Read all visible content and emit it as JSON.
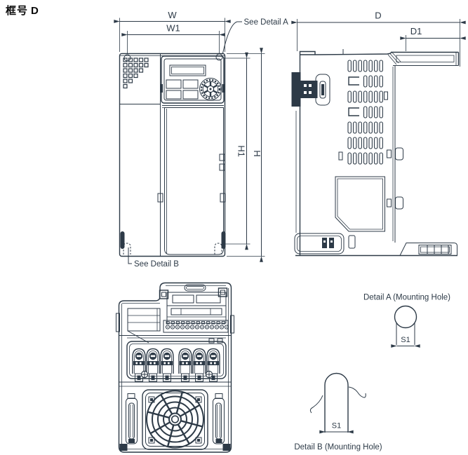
{
  "title": {
    "frame_label_cn": "框号",
    "frame_value": "D"
  },
  "dimensions": {
    "w": "W",
    "w1": "W1",
    "h": "H",
    "h1": "H1",
    "d": "D",
    "d1": "D1",
    "s1": "S1"
  },
  "callouts": {
    "see_detail_a": "See Detail A",
    "see_detail_b": "See Detail B"
  },
  "details": {
    "a_title": "Detail A (Mounting Hole)",
    "b_title": "Detail B (Mounting Hole)"
  },
  "colors": {
    "line": "#2d3a47",
    "background": "#ffffff"
  }
}
